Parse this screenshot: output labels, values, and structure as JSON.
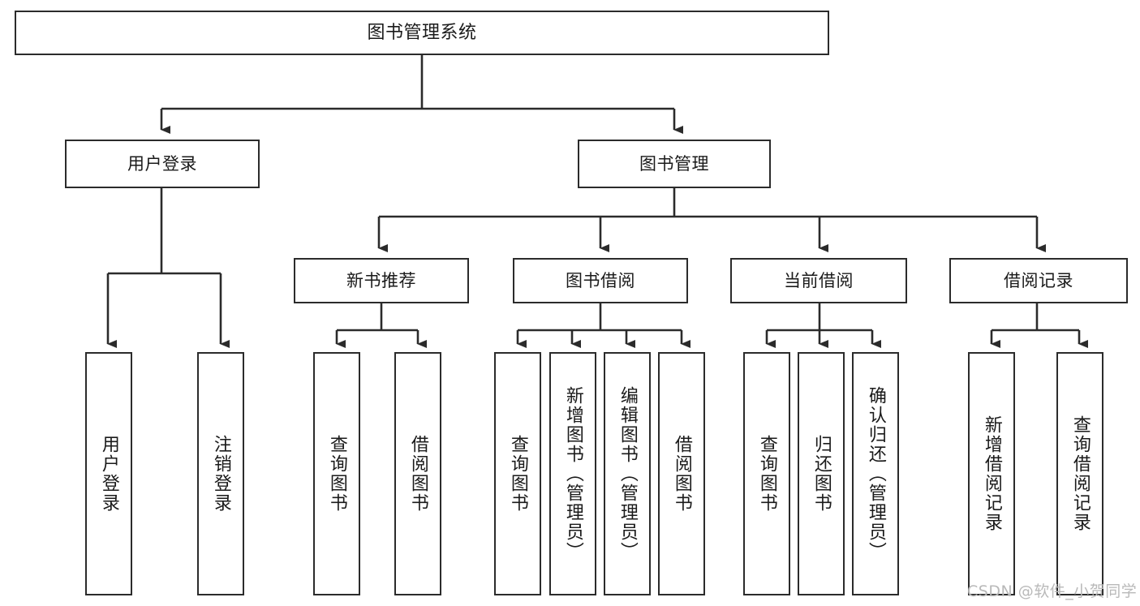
{
  "diagram": {
    "title": "图书管理系统",
    "type": "hierarchy-tree",
    "orientation": "top-down",
    "colors": {
      "box_border": "#2b2b2b",
      "box_fill": "#ffffff",
      "edge": "#2b2b2b",
      "text": "#1a1a1a",
      "watermark": "#b9b9b9",
      "background": "#ffffff"
    }
  },
  "nodes": {
    "root": {
      "label": "图书管理系统",
      "level": 1
    },
    "level2": [
      {
        "id": "user-login",
        "label": "用户登录"
      },
      {
        "id": "book-manage",
        "label": "图书管理"
      }
    ],
    "level3": [
      {
        "id": "new-book-recommend",
        "label": "新书推荐"
      },
      {
        "id": "book-borrow",
        "label": "图书借阅"
      },
      {
        "id": "current-borrow",
        "label": "当前借阅"
      },
      {
        "id": "borrow-record",
        "label": "借阅记录"
      }
    ],
    "leaves": {
      "user-login": [
        {
          "id": "leaf-user-login",
          "label": "用户登录"
        },
        {
          "id": "leaf-logout-login",
          "label": "注销登录"
        }
      ],
      "new-book-recommend": [
        {
          "id": "leaf-query-book-1",
          "label": "查询图书"
        },
        {
          "id": "leaf-borrow-book-1",
          "label": "借阅图书"
        }
      ],
      "book-borrow": [
        {
          "id": "leaf-query-book-2",
          "label": "查询图书"
        },
        {
          "id": "leaf-add-book",
          "label": "新增图书（管理员）"
        },
        {
          "id": "leaf-edit-book",
          "label": "编辑图书（管理员）"
        },
        {
          "id": "leaf-borrow-book-2",
          "label": "借阅图书"
        }
      ],
      "current-borrow": [
        {
          "id": "leaf-query-book-3",
          "label": "查询图书"
        },
        {
          "id": "leaf-return-book",
          "label": "归还图书"
        },
        {
          "id": "leaf-confirm-return",
          "label": "确认归还（管理员）"
        }
      ],
      "borrow-record": [
        {
          "id": "leaf-add-record",
          "label": "新增借阅记录"
        },
        {
          "id": "leaf-query-record",
          "label": "查询借阅记录"
        }
      ]
    }
  },
  "watermark": {
    "text": "CSDN @软件_小贺同学"
  }
}
